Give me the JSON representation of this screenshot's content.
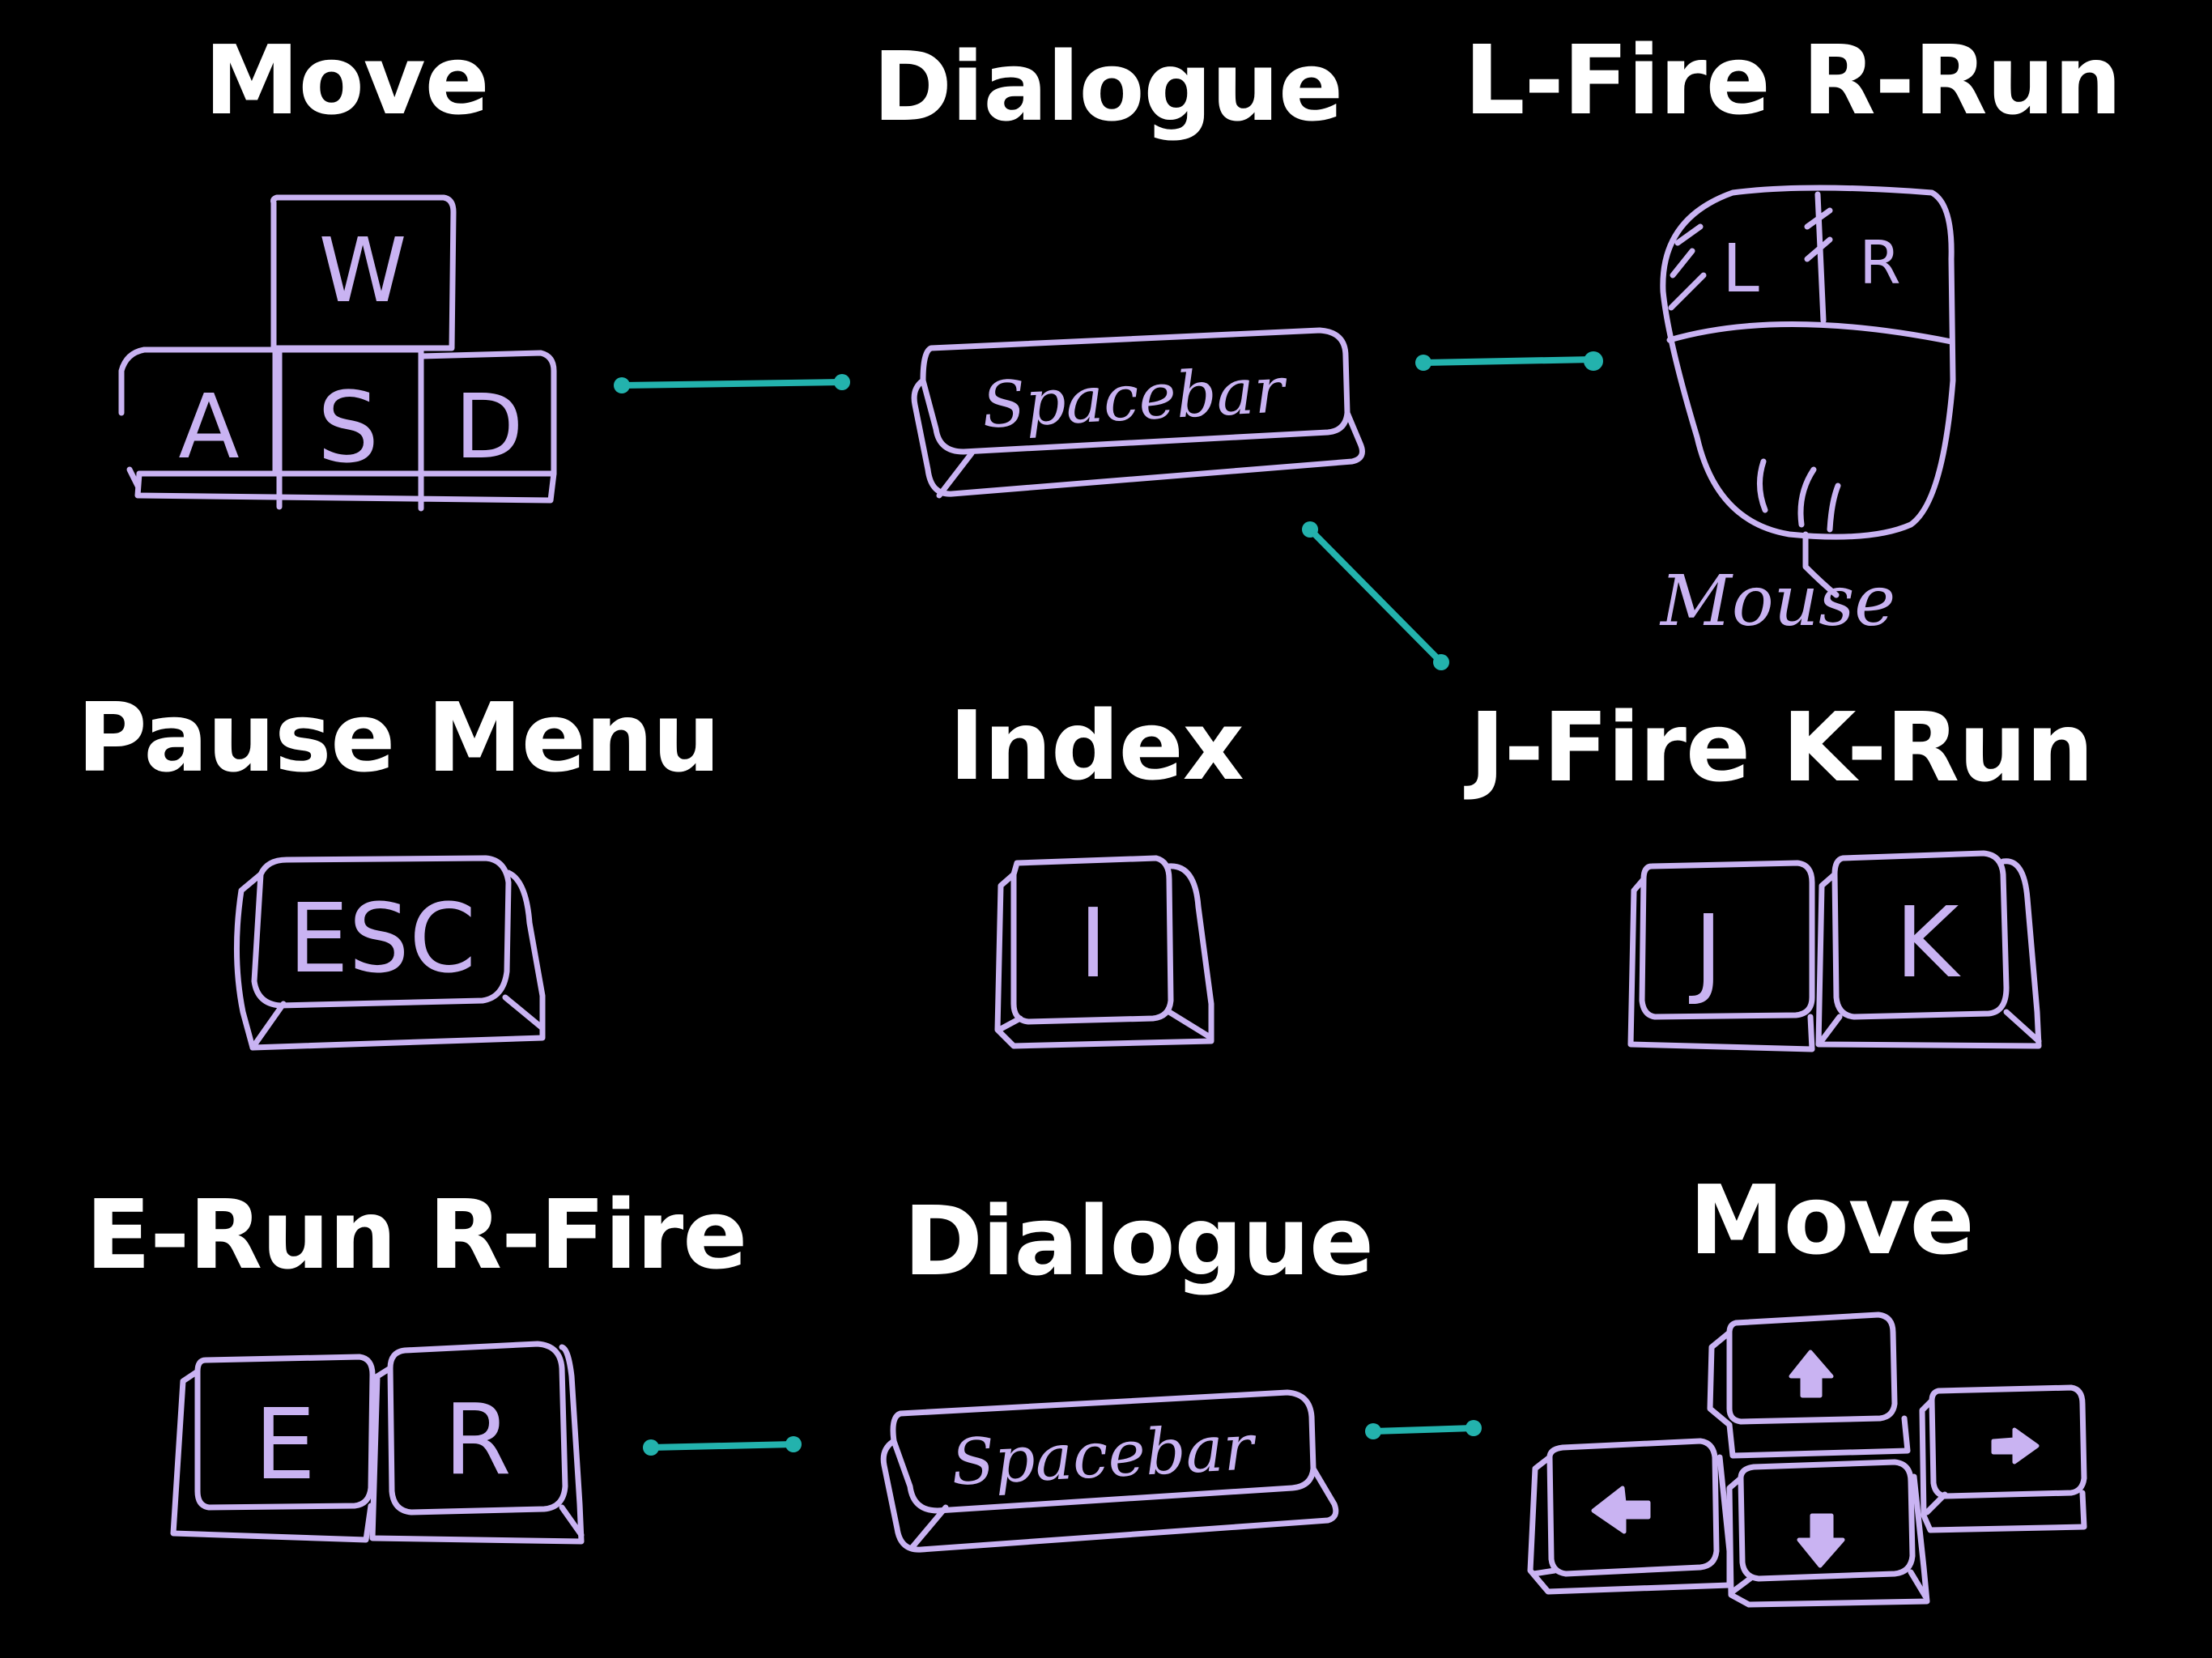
{
  "labels": {
    "wasd_move": "Move",
    "dialogue_top": "Dialogue",
    "mouse_controls": "L-Fire R-Run",
    "pause_menu": "Pause Menu",
    "index": "Index",
    "jk_controls": "J-Fire K-Run",
    "er_controls": "E-Run R-Fire",
    "dialogue_bottom": "Dialogue",
    "arrows_move": "Move"
  },
  "keys": {
    "w": "W",
    "a": "A",
    "s": "S",
    "d": "D",
    "spacebar_top": "Spacebar",
    "mouse_left": "L",
    "mouse_right": "R",
    "mouse_caption": "Mouse",
    "esc": "ESC",
    "i": "I",
    "j": "J",
    "k": "K",
    "e": "E",
    "r": "R",
    "spacebar_bottom": "Spacebar"
  },
  "icons": {
    "arrow_up": "arrow-up-icon",
    "arrow_down": "arrow-down-icon",
    "arrow_left": "arrow-left-icon",
    "arrow_right": "arrow-right-icon"
  },
  "colors": {
    "background": "#000000",
    "label_text": "#ffffff",
    "key_stroke": "#c9b3f2",
    "connector": "#23b2ad"
  }
}
